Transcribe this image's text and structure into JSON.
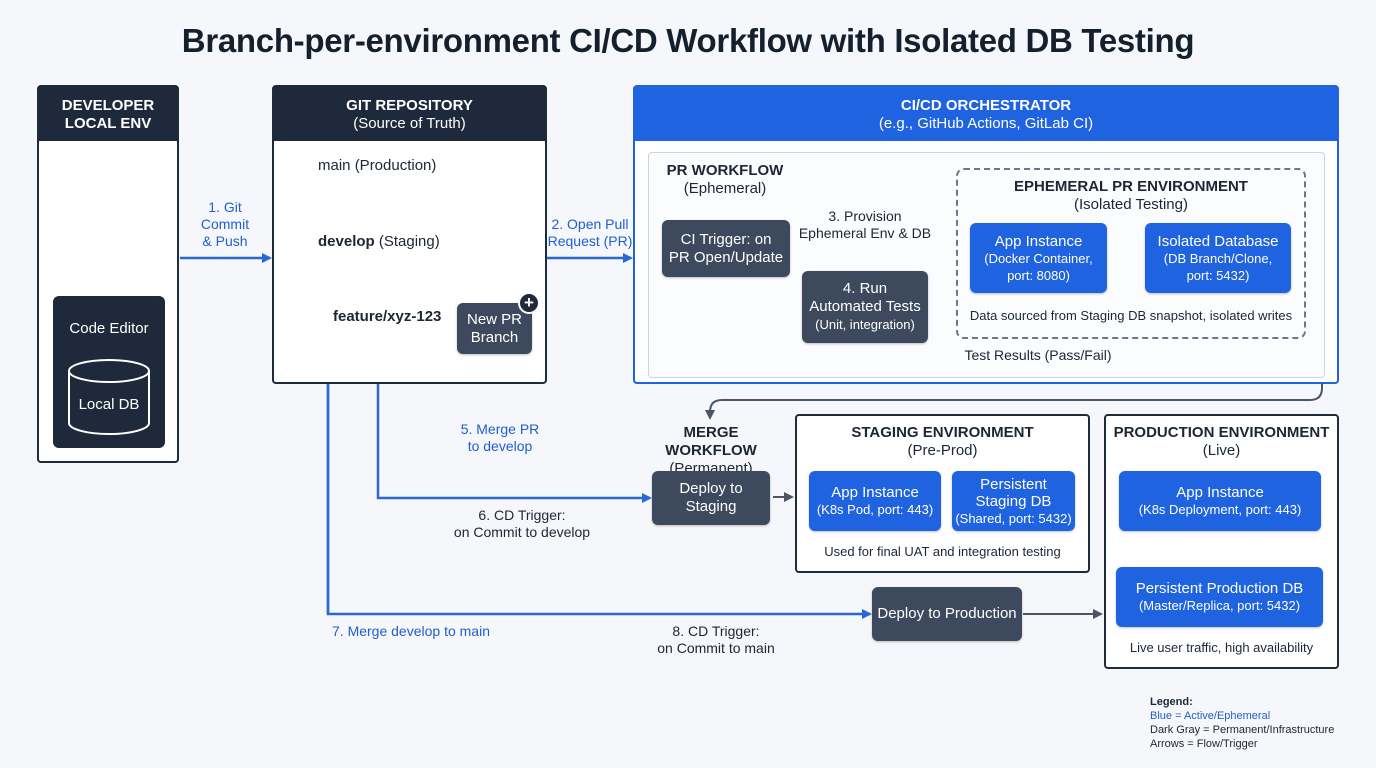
{
  "title": "Branch-per-environment CI/CD Workflow with Isolated DB Testing",
  "developer": {
    "header": [
      "DEVELOPER",
      "LOCAL ENV"
    ],
    "code_editor": "Code Editor",
    "local_db": "Local DB"
  },
  "git": {
    "header": "GIT REPOSITORY",
    "subheader": "(Source of Truth)",
    "main_branch": "main",
    "main_env": "(Production)",
    "develop_branch": "develop",
    "develop_env": "(Staging)",
    "feature_branch": "feature/xyz-123",
    "new_pr_branch": [
      "New PR",
      "Branch"
    ],
    "plus": "+"
  },
  "orchestrator": {
    "header": "CI/CD ORCHESTRATOR",
    "subheader": "(e.g., GitHub Actions, GitLab CI)"
  },
  "pr_workflow": {
    "title": "PR WORKFLOW",
    "subtitle": "(Ephemeral)",
    "ci_trigger": [
      "CI Trigger: on",
      "PR Open/Update"
    ],
    "run_tests": [
      "4. Run",
      "Automated Tests"
    ],
    "run_tests_sub": "(Unit, integration)"
  },
  "ephemeral_env": {
    "title": "EPHEMERAL PR ENVIRONMENT",
    "subtitle": "(Isolated Testing)",
    "app_instance": "App Instance",
    "app_instance_sub": [
      "(Docker Container,",
      "port: 8080)"
    ],
    "isolated_db": "Isolated Database",
    "isolated_db_sub": [
      "(DB Branch/Clone,",
      "port: 5432)"
    ],
    "note": "Data sourced from Staging DB snapshot, isolated writes"
  },
  "merge_workflow": {
    "title": "MERGE WORKFLOW",
    "subtitle": "(Permanent)",
    "deploy_staging": [
      "Deploy to",
      "Staging"
    ],
    "deploy_production": "Deploy to Production"
  },
  "staging_env": {
    "title": "STAGING ENVIRONMENT",
    "subtitle": "(Pre-Prod)",
    "app_instance": "App Instance",
    "app_instance_sub": "(K8s Pod, port: 443)",
    "db": [
      "Persistent",
      "Staging DB"
    ],
    "db_sub": "(Shared, port: 5432)",
    "note": "Used for final UAT and integration testing"
  },
  "production_env": {
    "title": "PRODUCTION ENVIRONMENT",
    "subtitle": "(Live)",
    "app_instance": "App Instance",
    "app_instance_sub": "(K8s Deployment, port: 443)",
    "db": "Persistent Production DB",
    "db_sub": "(Master/Replica, port: 5432)",
    "note": "Live user traffic, high availability"
  },
  "flow_labels": {
    "commit_push": [
      "1. Git",
      "Commit",
      "& Push"
    ],
    "open_pr": [
      "2. Open Pull",
      "Request (PR)"
    ],
    "provision": [
      "3. Provision",
      "Ephemeral Env & DB"
    ],
    "test_results": "Test Results (Pass/Fail)",
    "merge_pr": [
      "5. Merge PR",
      "to develop"
    ],
    "cd_trigger_develop": [
      "6. CD Trigger:",
      "on Commit to develop"
    ],
    "merge_develop_main": "7. Merge develop to main",
    "cd_trigger_main": [
      "8. CD Trigger:",
      "on Commit to main"
    ]
  },
  "legend": {
    "title": "Legend:",
    "blue": "Blue = Active/Ephemeral",
    "gray": "Dark Gray = Permanent/Infrastructure",
    "arrows": "Arrows = Flow/Trigger"
  },
  "colors": {
    "blue": "#1f63e0",
    "dark": "#1e2a3b",
    "gray_box": "#3d4a5d",
    "flow_blue": "#2a66d6",
    "flow_gray": "#4a5566"
  }
}
